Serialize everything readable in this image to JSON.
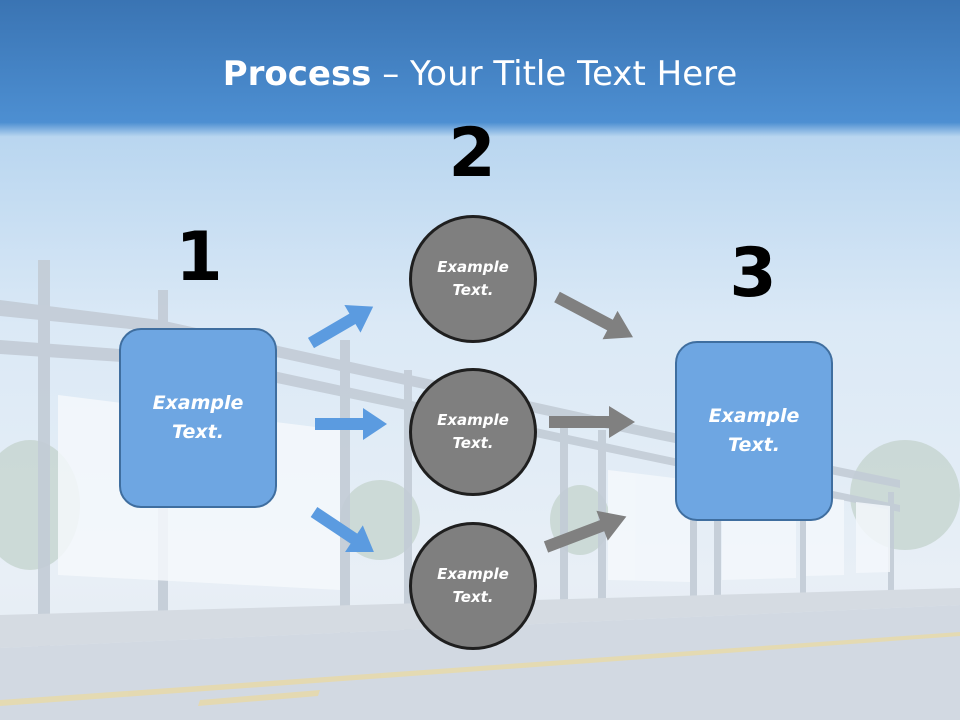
{
  "title": {
    "bold": "Process",
    "rest": " – Your Title Text Here"
  },
  "steps": [
    {
      "number": "1",
      "text": "Example Text."
    },
    {
      "number": "2",
      "items": [
        "Example Text.",
        "Example Text.",
        "Example Text."
      ]
    },
    {
      "number": "3",
      "text": "Example Text."
    }
  ],
  "colors": {
    "box_fill": "#6ea6e2",
    "circle_fill": "#7f7f7f",
    "arrow_blue": "#5b9be0",
    "arrow_gray": "#808080",
    "header_blue": "#3f82c8"
  }
}
